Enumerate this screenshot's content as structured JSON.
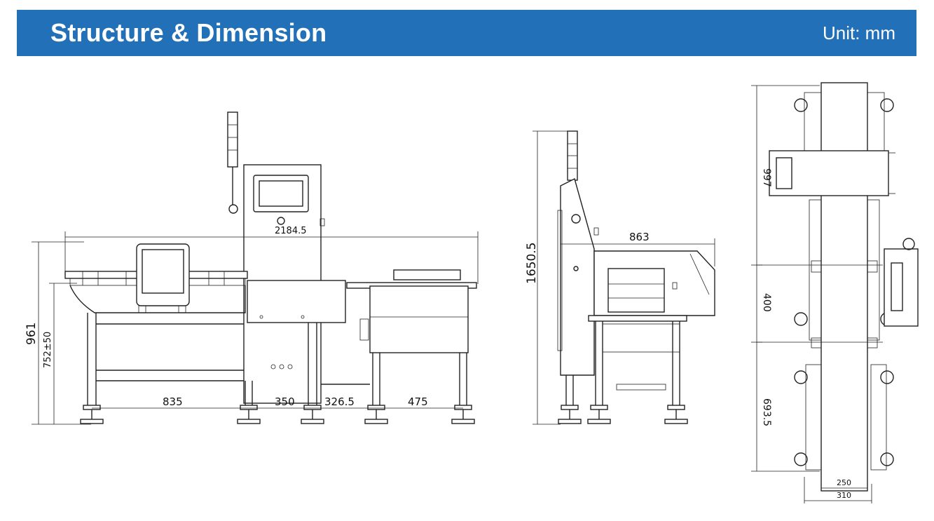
{
  "header": {
    "title": "Structure & Dimension",
    "unit": "Unit: mm",
    "bg_color": "#2271b8"
  },
  "dimensions": {
    "front": {
      "overall_length": "2184.5",
      "total_height": "961",
      "conveyor_height": "752±50",
      "seg1": "835",
      "seg2": "350",
      "seg3": "326.5",
      "seg4": "475"
    },
    "side": {
      "height": "1650.5",
      "depth": "863"
    },
    "top": {
      "seg_a": "997",
      "seg_b": "400",
      "seg_c": "693.5",
      "belt_width": "250",
      "frame_width": "310"
    }
  }
}
